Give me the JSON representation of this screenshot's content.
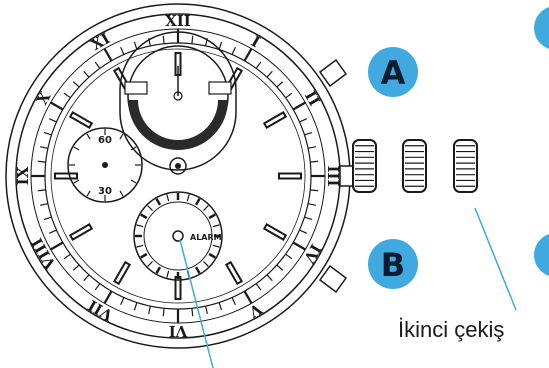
{
  "badges": {
    "a": {
      "letter": "A",
      "color": "#3fa9e0"
    },
    "b": {
      "letter": "B",
      "color": "#3fa9e0"
    }
  },
  "crown_label": "İkinci çekiş",
  "subdial_left": {
    "top": "60",
    "bottom": "30"
  },
  "subdial_bottom": {
    "label": "ALARM"
  },
  "roman_numerals": [
    "XII",
    "I",
    "II",
    "III",
    "IV",
    "V",
    "VI",
    "VII",
    "VIII",
    "IX",
    "X",
    "XI"
  ],
  "colors": {
    "line": "#1a1a1a",
    "pointer": "#3fa9e0"
  }
}
